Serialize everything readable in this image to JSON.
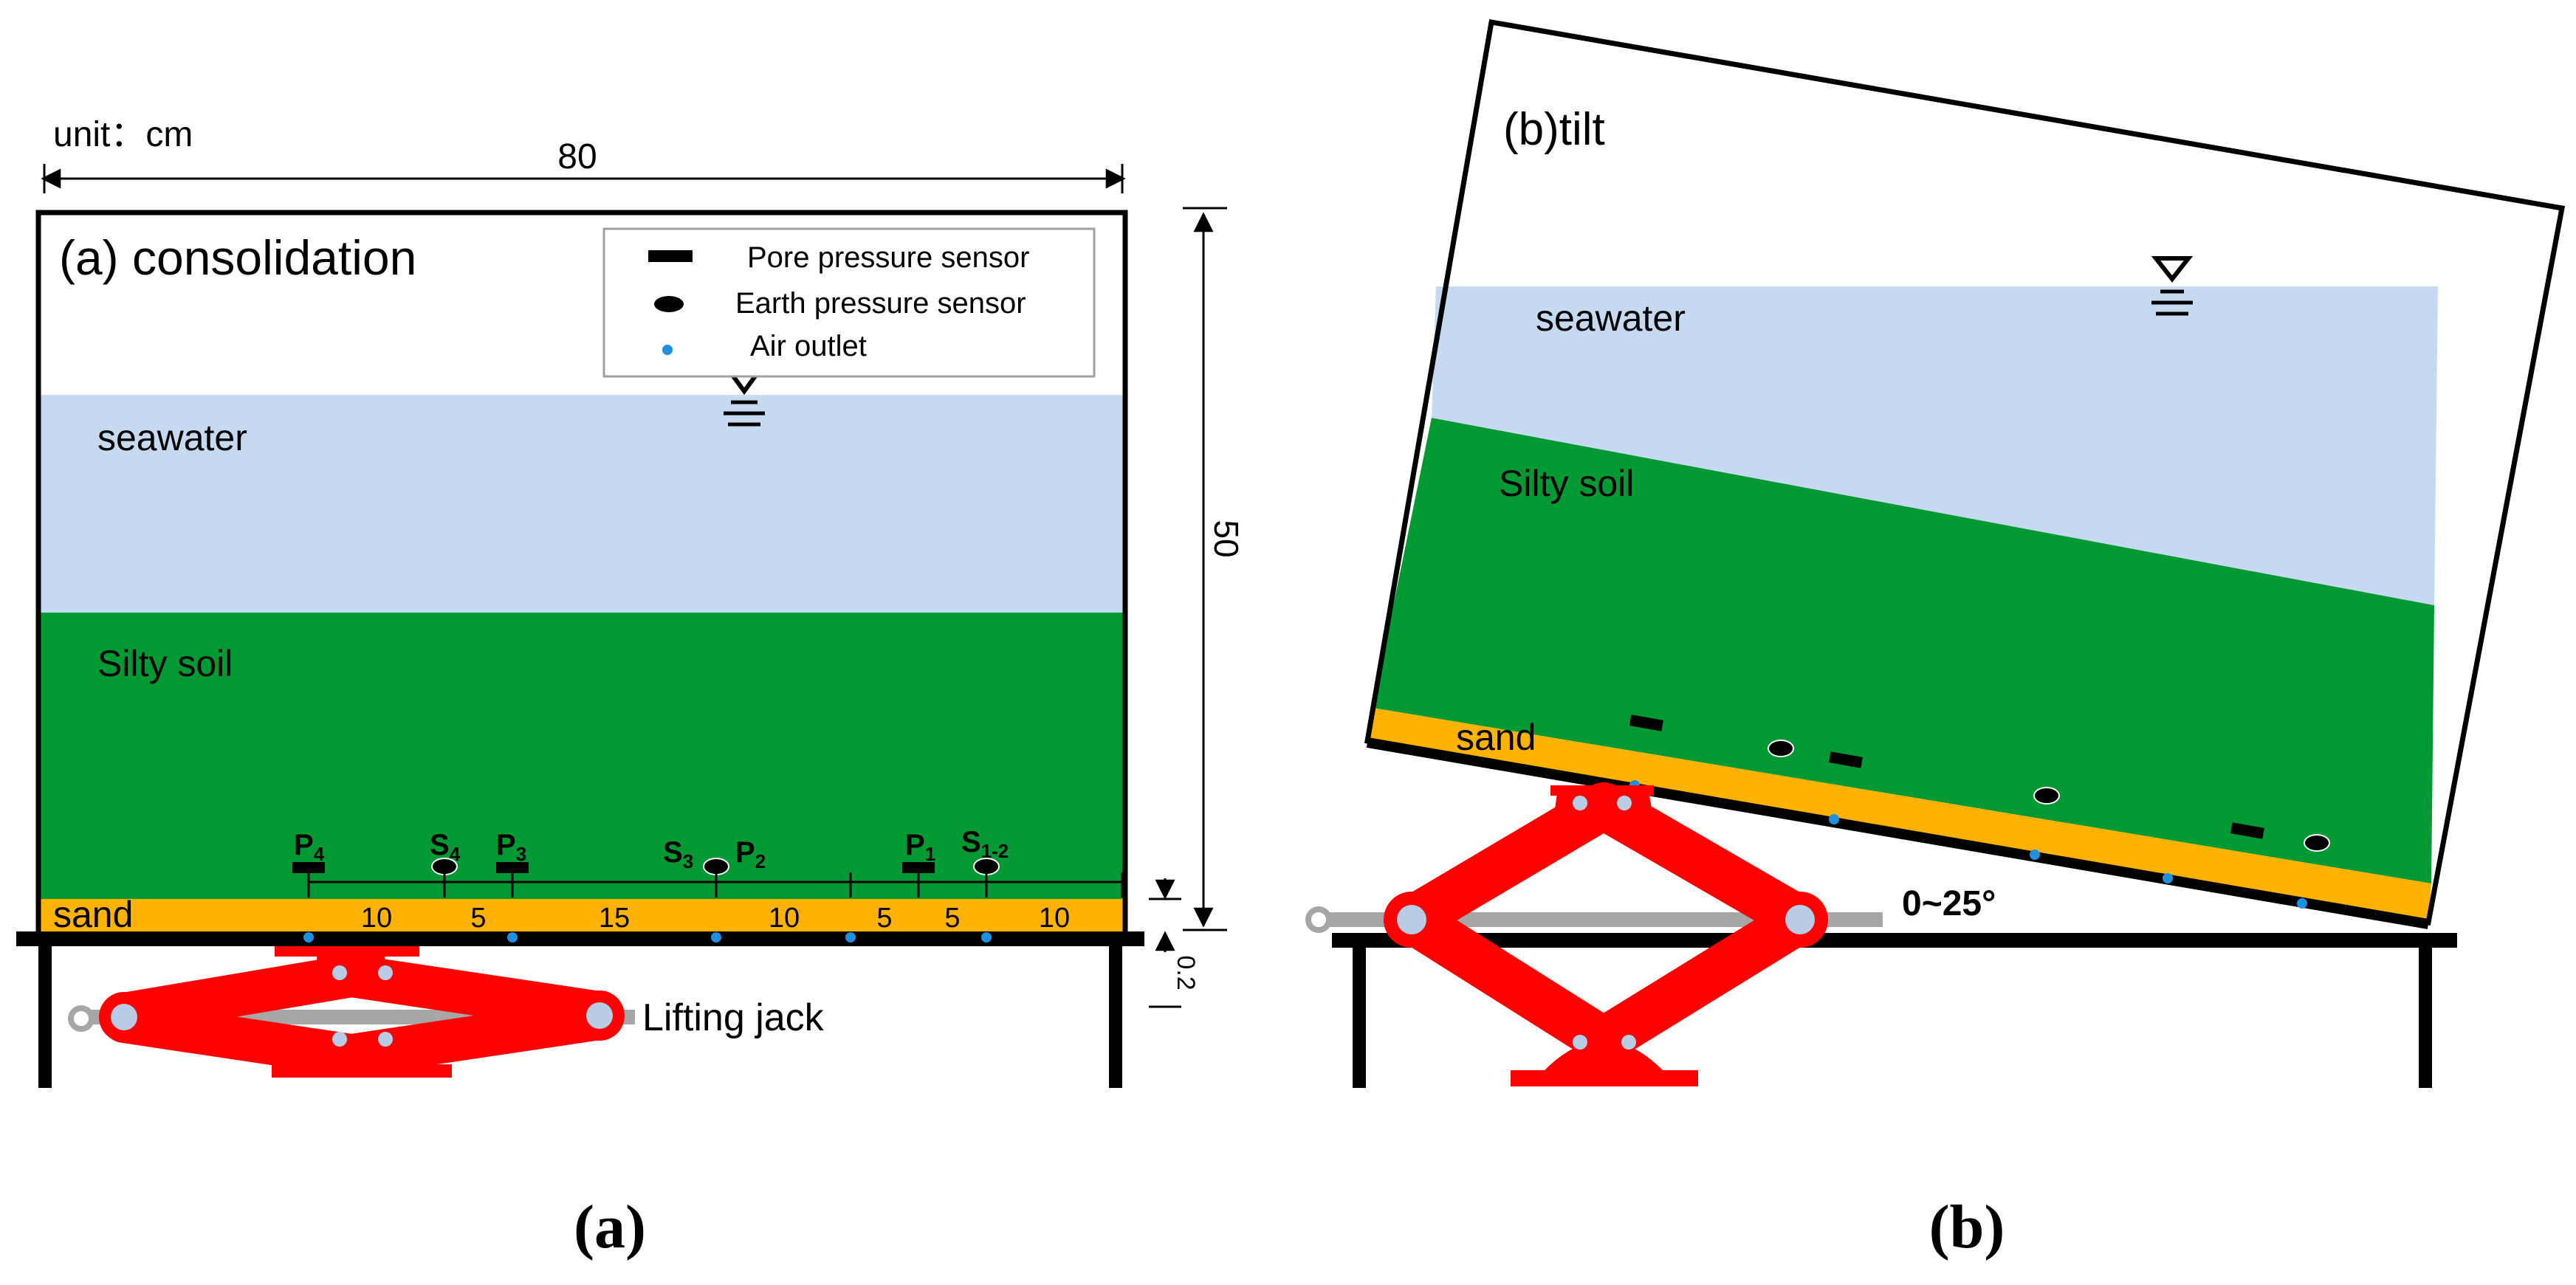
{
  "colors": {
    "seawater": "#c5daf0",
    "silty_soil": "#009933",
    "sand": "#ffb300",
    "jack_red": "#ff0000",
    "air_outlet": "#1f8fe0",
    "frame": "#000000",
    "rod": "#a6a6a6"
  },
  "panel_a": {
    "unit_label": "unit：cm",
    "width_dim": "80",
    "height_dim": "50",
    "sand_dim": "0.2",
    "title": "(a) consolidation",
    "layers": {
      "seawater": "seawater",
      "silty_soil": "Silty soil",
      "sand": "sand"
    },
    "legend": {
      "pore": "Pore pressure sensor",
      "earth": "Earth pressure sensor",
      "air": "Air outlet"
    },
    "sensors": [
      {
        "base": "P",
        "sub": "4"
      },
      {
        "base": "S",
        "sub": "4"
      },
      {
        "base": "P",
        "sub": "3"
      },
      {
        "base": "S",
        "sub": "3"
      },
      {
        "base": "P",
        "sub": "2"
      },
      {
        "base": "P",
        "sub": "1"
      },
      {
        "base": "S",
        "sub": "1-2"
      }
    ],
    "spacings": [
      "10",
      "5",
      "15",
      "10",
      "5",
      "5",
      "10"
    ],
    "jack_label": "Lifting jack"
  },
  "panel_b": {
    "title": "(b)tilt",
    "layers": {
      "seawater": "seawater",
      "silty_soil": "Silty soil",
      "sand": "sand"
    },
    "angle_label": "0~25°"
  },
  "captions": {
    "a": "(a)",
    "b": "(b)"
  }
}
